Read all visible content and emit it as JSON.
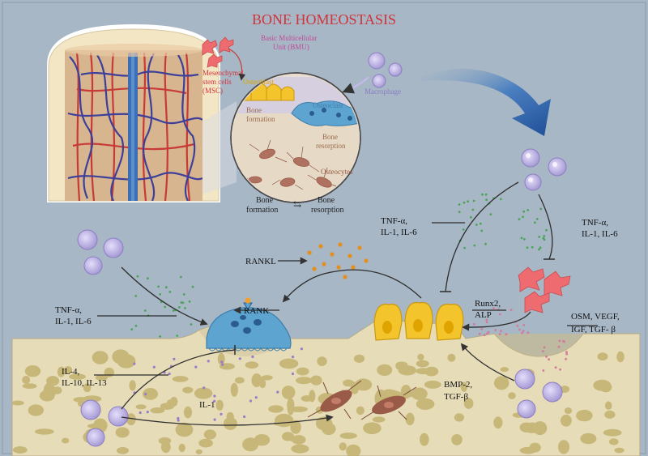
{
  "title": "BONE HOMEOSTASIS",
  "labels": {
    "bmu": [
      "Basic Multicellular",
      "Unit (BMU)"
    ],
    "msc": [
      "Mesenchymal",
      "stem cells",
      "(MSC)"
    ],
    "osteoblast": "Osteoblast",
    "osteoclast": "Osteoclast",
    "macrophage": "Macrophage",
    "bone_formation_inset": [
      "Bone",
      "formation"
    ],
    "bone_resorption_inset": [
      "Bone",
      "resorption"
    ],
    "osteocytes": "Osteocytes",
    "balance_left": [
      "Bone",
      "formation"
    ],
    "balance_right": [
      "Bone",
      "resorption"
    ],
    "balance_arrows": "⇆"
  },
  "factors": {
    "tnf_mid": [
      "TNF-α,",
      "IL-1, IL-6"
    ],
    "tnf_right": [
      "TNF-α,",
      "IL-1, IL-6"
    ],
    "tnf_left": [
      "TNF-α,",
      "IL-1, IL-6"
    ],
    "rankl": "RANKL",
    "rank": "RANK",
    "runx2": [
      "Runx2,",
      "ALP"
    ],
    "osm": [
      "OSM,   VEGF,",
      "IGF,  TGF- β"
    ],
    "il4": [
      "IL-4,",
      "IL-10, IL-13"
    ],
    "il1": "IL-1",
    "bmp": [
      "BMP-2,",
      "TGF-β"
    ]
  },
  "colors": {
    "background": "#a7b7c6",
    "title": "#d0343a",
    "bone": "#e6dcb8",
    "osteoclast": "#5ea4d0",
    "osteoblast": "#f3c42c",
    "macrophage": "#b4a8dc",
    "msc": "#ee6c70",
    "osteocyte": "#9a5a48",
    "vessel_red": "#c73a35",
    "vessel_blue": "#2f4fa0",
    "arrow_blue": "#2e62a8"
  }
}
